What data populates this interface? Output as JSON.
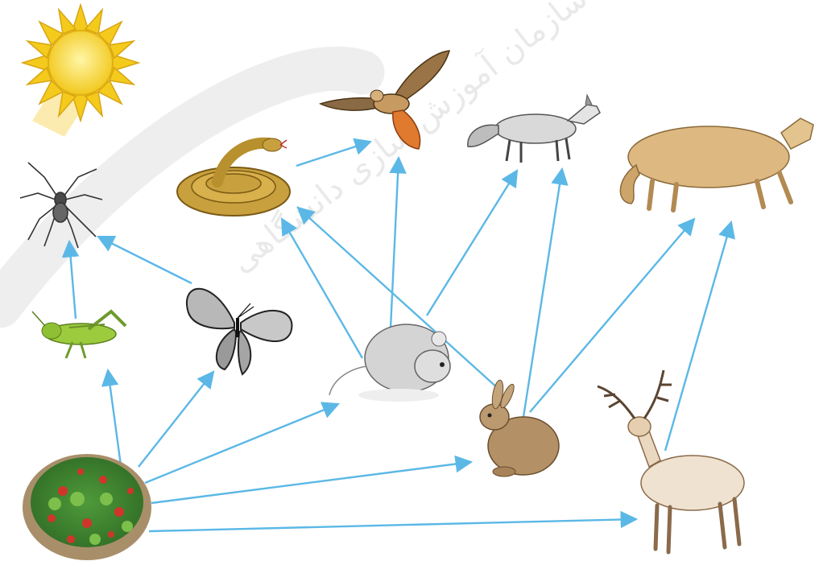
{
  "diagram": {
    "type": "food-web",
    "nodes": [
      {
        "id": "sun",
        "icon": "sun-icon"
      },
      {
        "id": "plants",
        "icon": "plants-icon"
      },
      {
        "id": "grasshopper",
        "icon": "grasshopper-icon"
      },
      {
        "id": "butterfly",
        "icon": "butterfly-icon"
      },
      {
        "id": "spider",
        "icon": "spider-icon"
      },
      {
        "id": "mouse",
        "icon": "mouse-icon"
      },
      {
        "id": "rabbit",
        "icon": "rabbit-icon"
      },
      {
        "id": "deer",
        "icon": "deer-icon"
      },
      {
        "id": "snake",
        "icon": "snake-icon"
      },
      {
        "id": "hawk",
        "icon": "hawk-icon"
      },
      {
        "id": "fox",
        "icon": "fox-icon"
      },
      {
        "id": "cougar",
        "icon": "cougar-icon"
      }
    ],
    "edges": [
      {
        "from": "plants",
        "to": "grasshopper"
      },
      {
        "from": "plants",
        "to": "butterfly"
      },
      {
        "from": "plants",
        "to": "mouse"
      },
      {
        "from": "plants",
        "to": "rabbit"
      },
      {
        "from": "plants",
        "to": "deer"
      },
      {
        "from": "grasshopper",
        "to": "spider"
      },
      {
        "from": "butterfly",
        "to": "spider"
      },
      {
        "from": "mouse",
        "to": "snake"
      },
      {
        "from": "mouse",
        "to": "hawk"
      },
      {
        "from": "mouse",
        "to": "fox"
      },
      {
        "from": "rabbit",
        "to": "snake"
      },
      {
        "from": "rabbit",
        "to": "fox"
      },
      {
        "from": "rabbit",
        "to": "cougar"
      },
      {
        "from": "deer",
        "to": "cougar"
      },
      {
        "from": "snake",
        "to": "hawk"
      }
    ],
    "arrow_color": "#5bb8e6"
  },
  "watermark": {
    "text": "سازمان آموزش سازی دانشگاهی",
    "color": "#f5c518"
  }
}
